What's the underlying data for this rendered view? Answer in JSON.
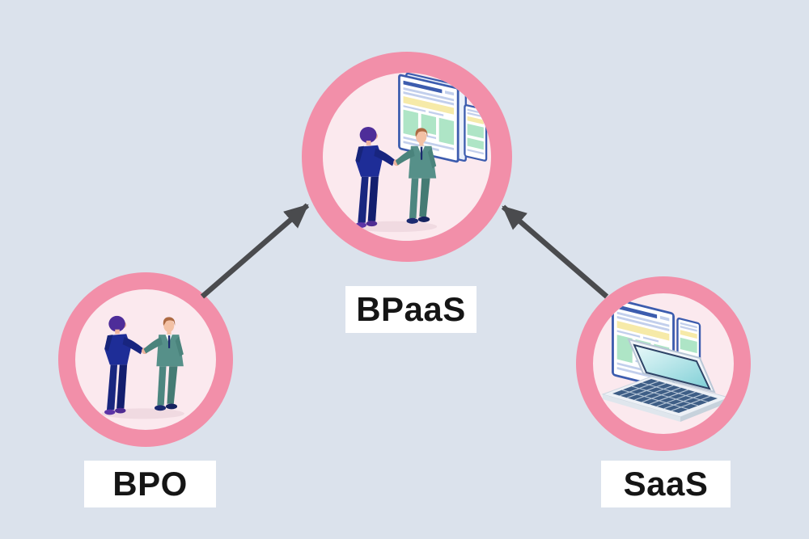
{
  "theme": {
    "background": "#dbe2ec",
    "ring": "#f28fa9",
    "circle-fill": "#fbe9ee",
    "arrow": "#4a4b4e",
    "label-bg": "#ffffff",
    "label-text": "#151515"
  },
  "diagram": {
    "nodes": [
      {
        "id": "bpaas",
        "label": "BPaaS",
        "illustration": "businessmen-handshake-with-web-documents"
      },
      {
        "id": "bpo",
        "label": "BPO",
        "illustration": "businessmen-handshake"
      },
      {
        "id": "saas",
        "label": "SaaS",
        "illustration": "laptop-with-web-documents"
      }
    ],
    "edges": [
      {
        "from": "bpo",
        "to": "bpaas"
      },
      {
        "from": "saas",
        "to": "bpaas"
      }
    ]
  }
}
